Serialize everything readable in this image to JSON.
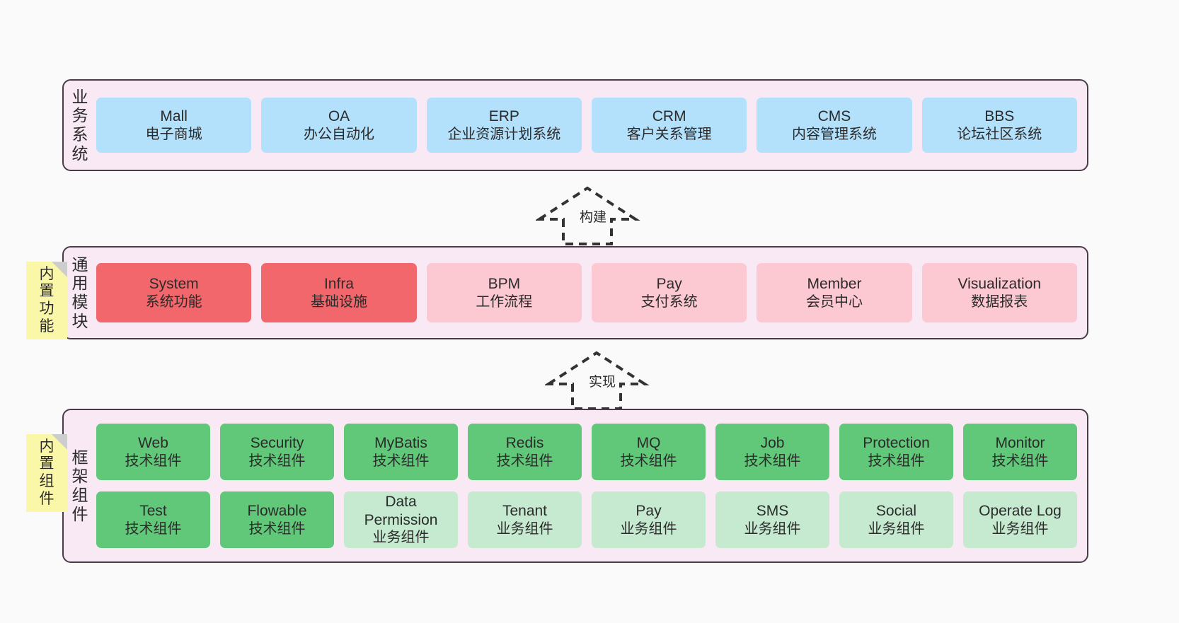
{
  "diagram": {
    "background": "#fafafa",
    "container_border": "#4a3b49",
    "container_fill": "#f8e9f4",
    "note_fill": "#fbf7a8"
  },
  "layers": [
    {
      "key": "business",
      "label_chars": [
        "业",
        "务",
        "系",
        "统"
      ],
      "label_text": "业务系统",
      "rows": [
        {
          "cards": [
            {
              "title": "Mall",
              "subtitle": "电子商城",
              "color": "#b3e0fb",
              "style": "c-blue"
            },
            {
              "title": "OA",
              "subtitle": "办公自动化",
              "color": "#b3e0fb",
              "style": "c-blue"
            },
            {
              "title": "ERP",
              "subtitle": "企业资源计划系统",
              "color": "#b3e0fb",
              "style": "c-blue"
            },
            {
              "title": "CRM",
              "subtitle": "客户关系管理",
              "color": "#b3e0fb",
              "style": "c-blue"
            },
            {
              "title": "CMS",
              "subtitle": "内容管理系统",
              "color": "#b3e0fb",
              "style": "c-blue"
            },
            {
              "title": "BBS",
              "subtitle": "论坛社区系统",
              "color": "#b3e0fb",
              "style": "c-blue"
            }
          ]
        }
      ]
    },
    {
      "key": "modules",
      "label_chars": [
        "通",
        "用",
        "模",
        "块"
      ],
      "label_text": "通用模块",
      "note": {
        "chars": [
          "内",
          "置",
          "功",
          "能"
        ],
        "text": "内置功能"
      },
      "rows": [
        {
          "cards": [
            {
              "title": "System",
              "subtitle": "系统功能",
              "color": "#f2676b",
              "style": "c-red"
            },
            {
              "title": "Infra",
              "subtitle": "基础设施",
              "color": "#f2676b",
              "style": "c-red"
            },
            {
              "title": "BPM",
              "subtitle": "工作流程",
              "color": "#fcc9d2",
              "style": "c-pink"
            },
            {
              "title": "Pay",
              "subtitle": "支付系统",
              "color": "#fcc9d2",
              "style": "c-pink"
            },
            {
              "title": "Member",
              "subtitle": "会员中心",
              "color": "#fcc9d2",
              "style": "c-pink"
            },
            {
              "title": "Visualization",
              "subtitle": "数据报表",
              "color": "#fcc9d2",
              "style": "c-pink"
            }
          ]
        }
      ]
    },
    {
      "key": "framework",
      "label_chars": [
        "框",
        "架",
        "组",
        "件"
      ],
      "label_text": "框架组件",
      "note": {
        "chars": [
          "内",
          "置",
          "组",
          "件"
        ],
        "text": "内置组件"
      },
      "rows": [
        {
          "cards": [
            {
              "title": "Web",
              "subtitle": "技术组件",
              "color": "#60c878",
              "style": "c-green"
            },
            {
              "title": "Security",
              "subtitle": "技术组件",
              "color": "#60c878",
              "style": "c-green"
            },
            {
              "title": "MyBatis",
              "subtitle": "技术组件",
              "color": "#60c878",
              "style": "c-green"
            },
            {
              "title": "Redis",
              "subtitle": "技术组件",
              "color": "#60c878",
              "style": "c-green"
            },
            {
              "title": "MQ",
              "subtitle": "技术组件",
              "color": "#60c878",
              "style": "c-green"
            },
            {
              "title": "Job",
              "subtitle": "技术组件",
              "color": "#60c878",
              "style": "c-green"
            },
            {
              "title": "Protection",
              "subtitle": "技术组件",
              "color": "#60c878",
              "style": "c-green"
            },
            {
              "title": "Monitor",
              "subtitle": "技术组件",
              "color": "#60c878",
              "style": "c-green"
            }
          ]
        },
        {
          "cards": [
            {
              "title": "Test",
              "subtitle": "技术组件",
              "color": "#60c878",
              "style": "c-green"
            },
            {
              "title": "Flowable",
              "subtitle": "技术组件",
              "color": "#60c878",
              "style": "c-green"
            },
            {
              "title": "Data Permission",
              "subtitle": "业务组件",
              "color": "#c5ead0",
              "style": "c-green-light"
            },
            {
              "title": "Tenant",
              "subtitle": "业务组件",
              "color": "#c5ead0",
              "style": "c-green-light"
            },
            {
              "title": "Pay",
              "subtitle": "业务组件",
              "color": "#c5ead0",
              "style": "c-green-light"
            },
            {
              "title": "SMS",
              "subtitle": "业务组件",
              "color": "#c5ead0",
              "style": "c-green-light"
            },
            {
              "title": "Social",
              "subtitle": "业务组件",
              "color": "#c5ead0",
              "style": "c-green-light"
            },
            {
              "title": "Operate Log",
              "subtitle": "业务组件",
              "color": "#c5ead0",
              "style": "c-green-light"
            }
          ]
        }
      ]
    }
  ],
  "connectors": [
    {
      "key": "build",
      "label": "构建",
      "from": "modules",
      "to": "business",
      "style": "dashed-hollow-block-arrow"
    },
    {
      "key": "implement",
      "label": "实现",
      "from": "framework",
      "to": "modules",
      "style": "dashed-hollow-block-arrow"
    }
  ]
}
